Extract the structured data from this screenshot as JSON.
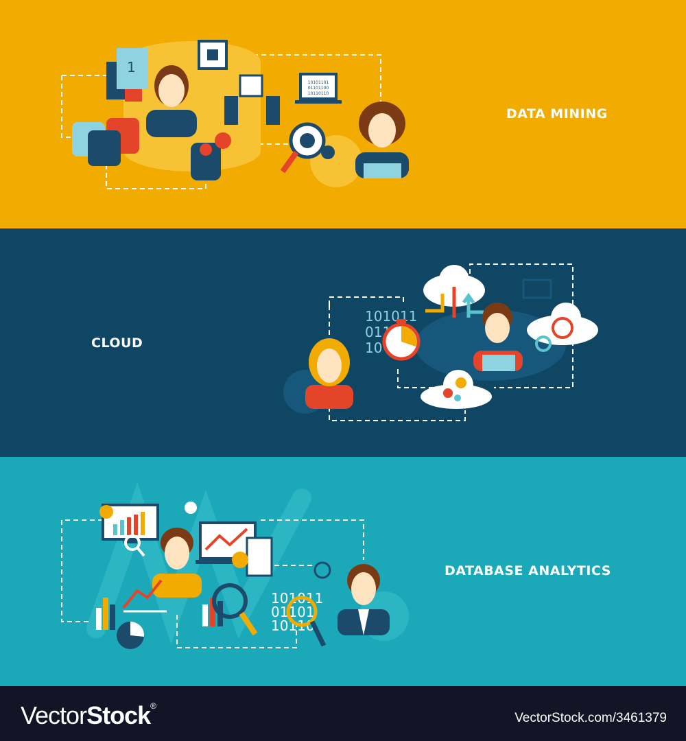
{
  "banners": [
    {
      "title": "DATA MINING",
      "background": "#f2ab00",
      "laptop_binary": [
        "10101101",
        "01101100",
        "10110110"
      ]
    },
    {
      "title": "CLOUD",
      "background": "#0f4664",
      "binary": [
        "101011",
        "011",
        "10"
      ]
    },
    {
      "title": "DATABASE ANALYTICS",
      "background": "#1ba9b9",
      "binary": [
        "101011",
        "01101",
        "10110"
      ]
    }
  ],
  "footer": {
    "logo_light": "Vector",
    "logo_bold": "Stock",
    "logo_mark": "®",
    "url": "VectorStock.com/3461379",
    "background": "#131527"
  },
  "accent_colors": {
    "red": "#e4442a",
    "orange": "#f2ab00",
    "navy": "#1b4a6b",
    "light_blue": "#8fd3e0"
  }
}
